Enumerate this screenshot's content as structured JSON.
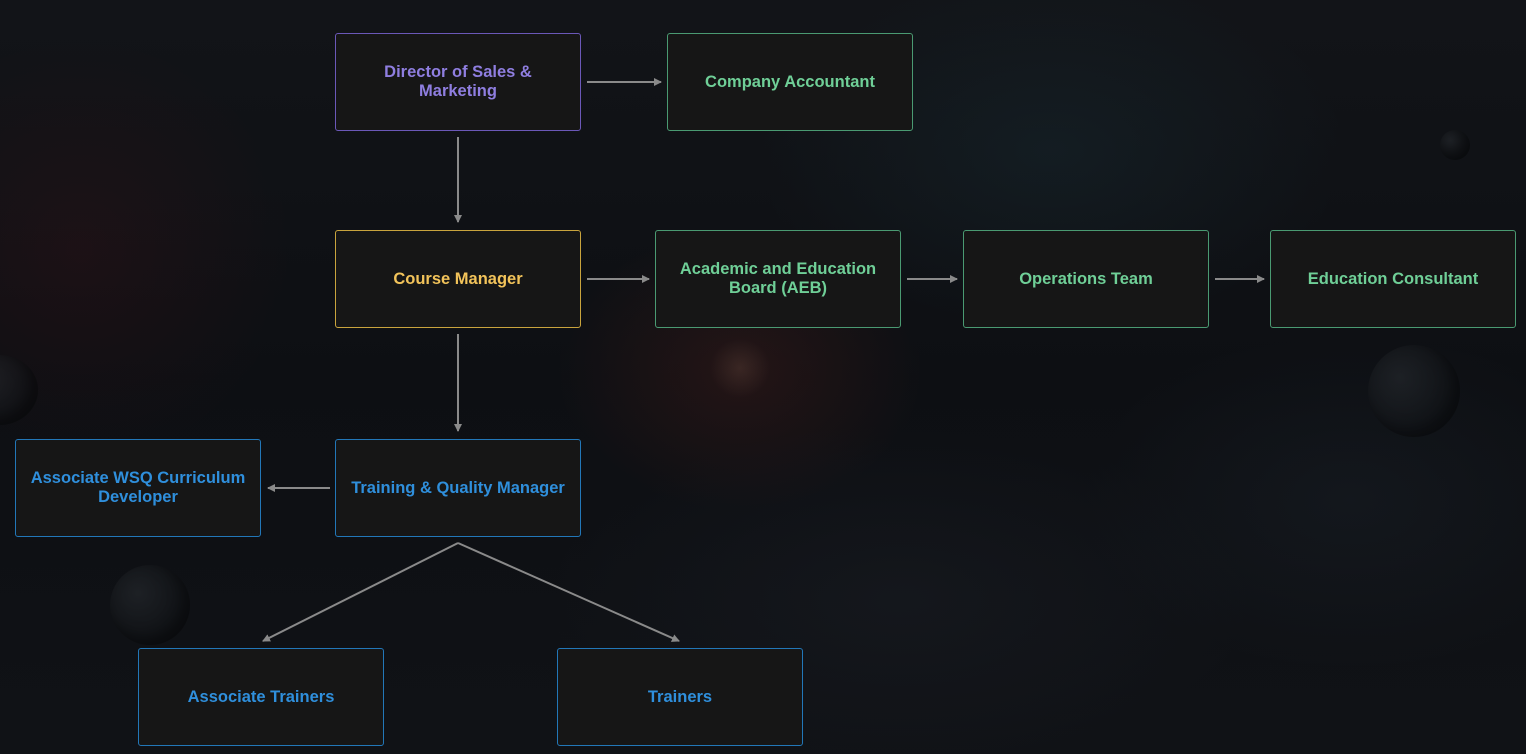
{
  "colors": {
    "purple": "#8f7ee0",
    "yellow": "#f2c35a",
    "green": "#6fcf97",
    "blue": "#2f8fdc",
    "edge": "#8a8a8a"
  },
  "nodes": {
    "director": "Director of Sales & Marketing",
    "accountant": "Company Accountant",
    "course_manager": "Course Manager",
    "aeb": "Academic and Education Board (AEB)",
    "operations": "Operations Team",
    "consultant": "Education Consultant",
    "tq_manager": "Training & Quality Manager",
    "wsq_dev": "Associate WSQ Curriculum Developer",
    "assoc_trainers": "Associate Trainers",
    "trainers": "Trainers"
  },
  "edges": [
    {
      "from": "director",
      "to": "accountant"
    },
    {
      "from": "director",
      "to": "course_manager"
    },
    {
      "from": "course_manager",
      "to": "aeb"
    },
    {
      "from": "aeb",
      "to": "operations"
    },
    {
      "from": "operations",
      "to": "consultant"
    },
    {
      "from": "course_manager",
      "to": "tq_manager"
    },
    {
      "from": "tq_manager",
      "to": "wsq_dev"
    },
    {
      "from": "tq_manager",
      "to": "assoc_trainers"
    },
    {
      "from": "tq_manager",
      "to": "trainers"
    }
  ]
}
